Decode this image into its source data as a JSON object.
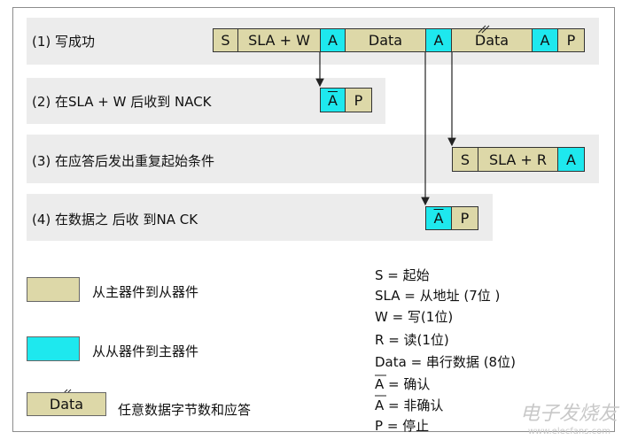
{
  "rows": [
    {
      "label": "(1) 写成功"
    },
    {
      "label": "(2) 在SLA + W  后收到  NACK"
    },
    {
      "label": "(3) 在应答后发出重复起始条件"
    },
    {
      "label": "(4) 在数据之  后收  到NA CK"
    }
  ],
  "row1_cells": [
    "S",
    "SLA + W",
    "A",
    "Data",
    "A",
    "Data",
    "A",
    "P"
  ],
  "row2_cells": [
    "A",
    "P"
  ],
  "row3_cells": [
    "S",
    "SLA + R",
    "A"
  ],
  "row4_cells": [
    "A",
    "P"
  ],
  "legend": {
    "master_to_slave": "从主器件到从器件",
    "slave_to_master": "从从器件到主器件",
    "data_box": "Data",
    "data_desc": "任意数据字节数和应答"
  },
  "definitions": [
    "S = 起始",
    "SLA = 从地址 (7位    )",
    "W = 写(1位)",
    "R =  读(1位)",
    "Data = 串行数据 (8位)",
    "A = 确认",
    "A = 非确认",
    "P = 停止"
  ],
  "colors": {
    "master": "#ddd8a8",
    "slave": "#1ee8ee",
    "band": "#ececec"
  },
  "watermark": {
    "logo": "电子发烧友",
    "url": "www.elecfans.com"
  }
}
